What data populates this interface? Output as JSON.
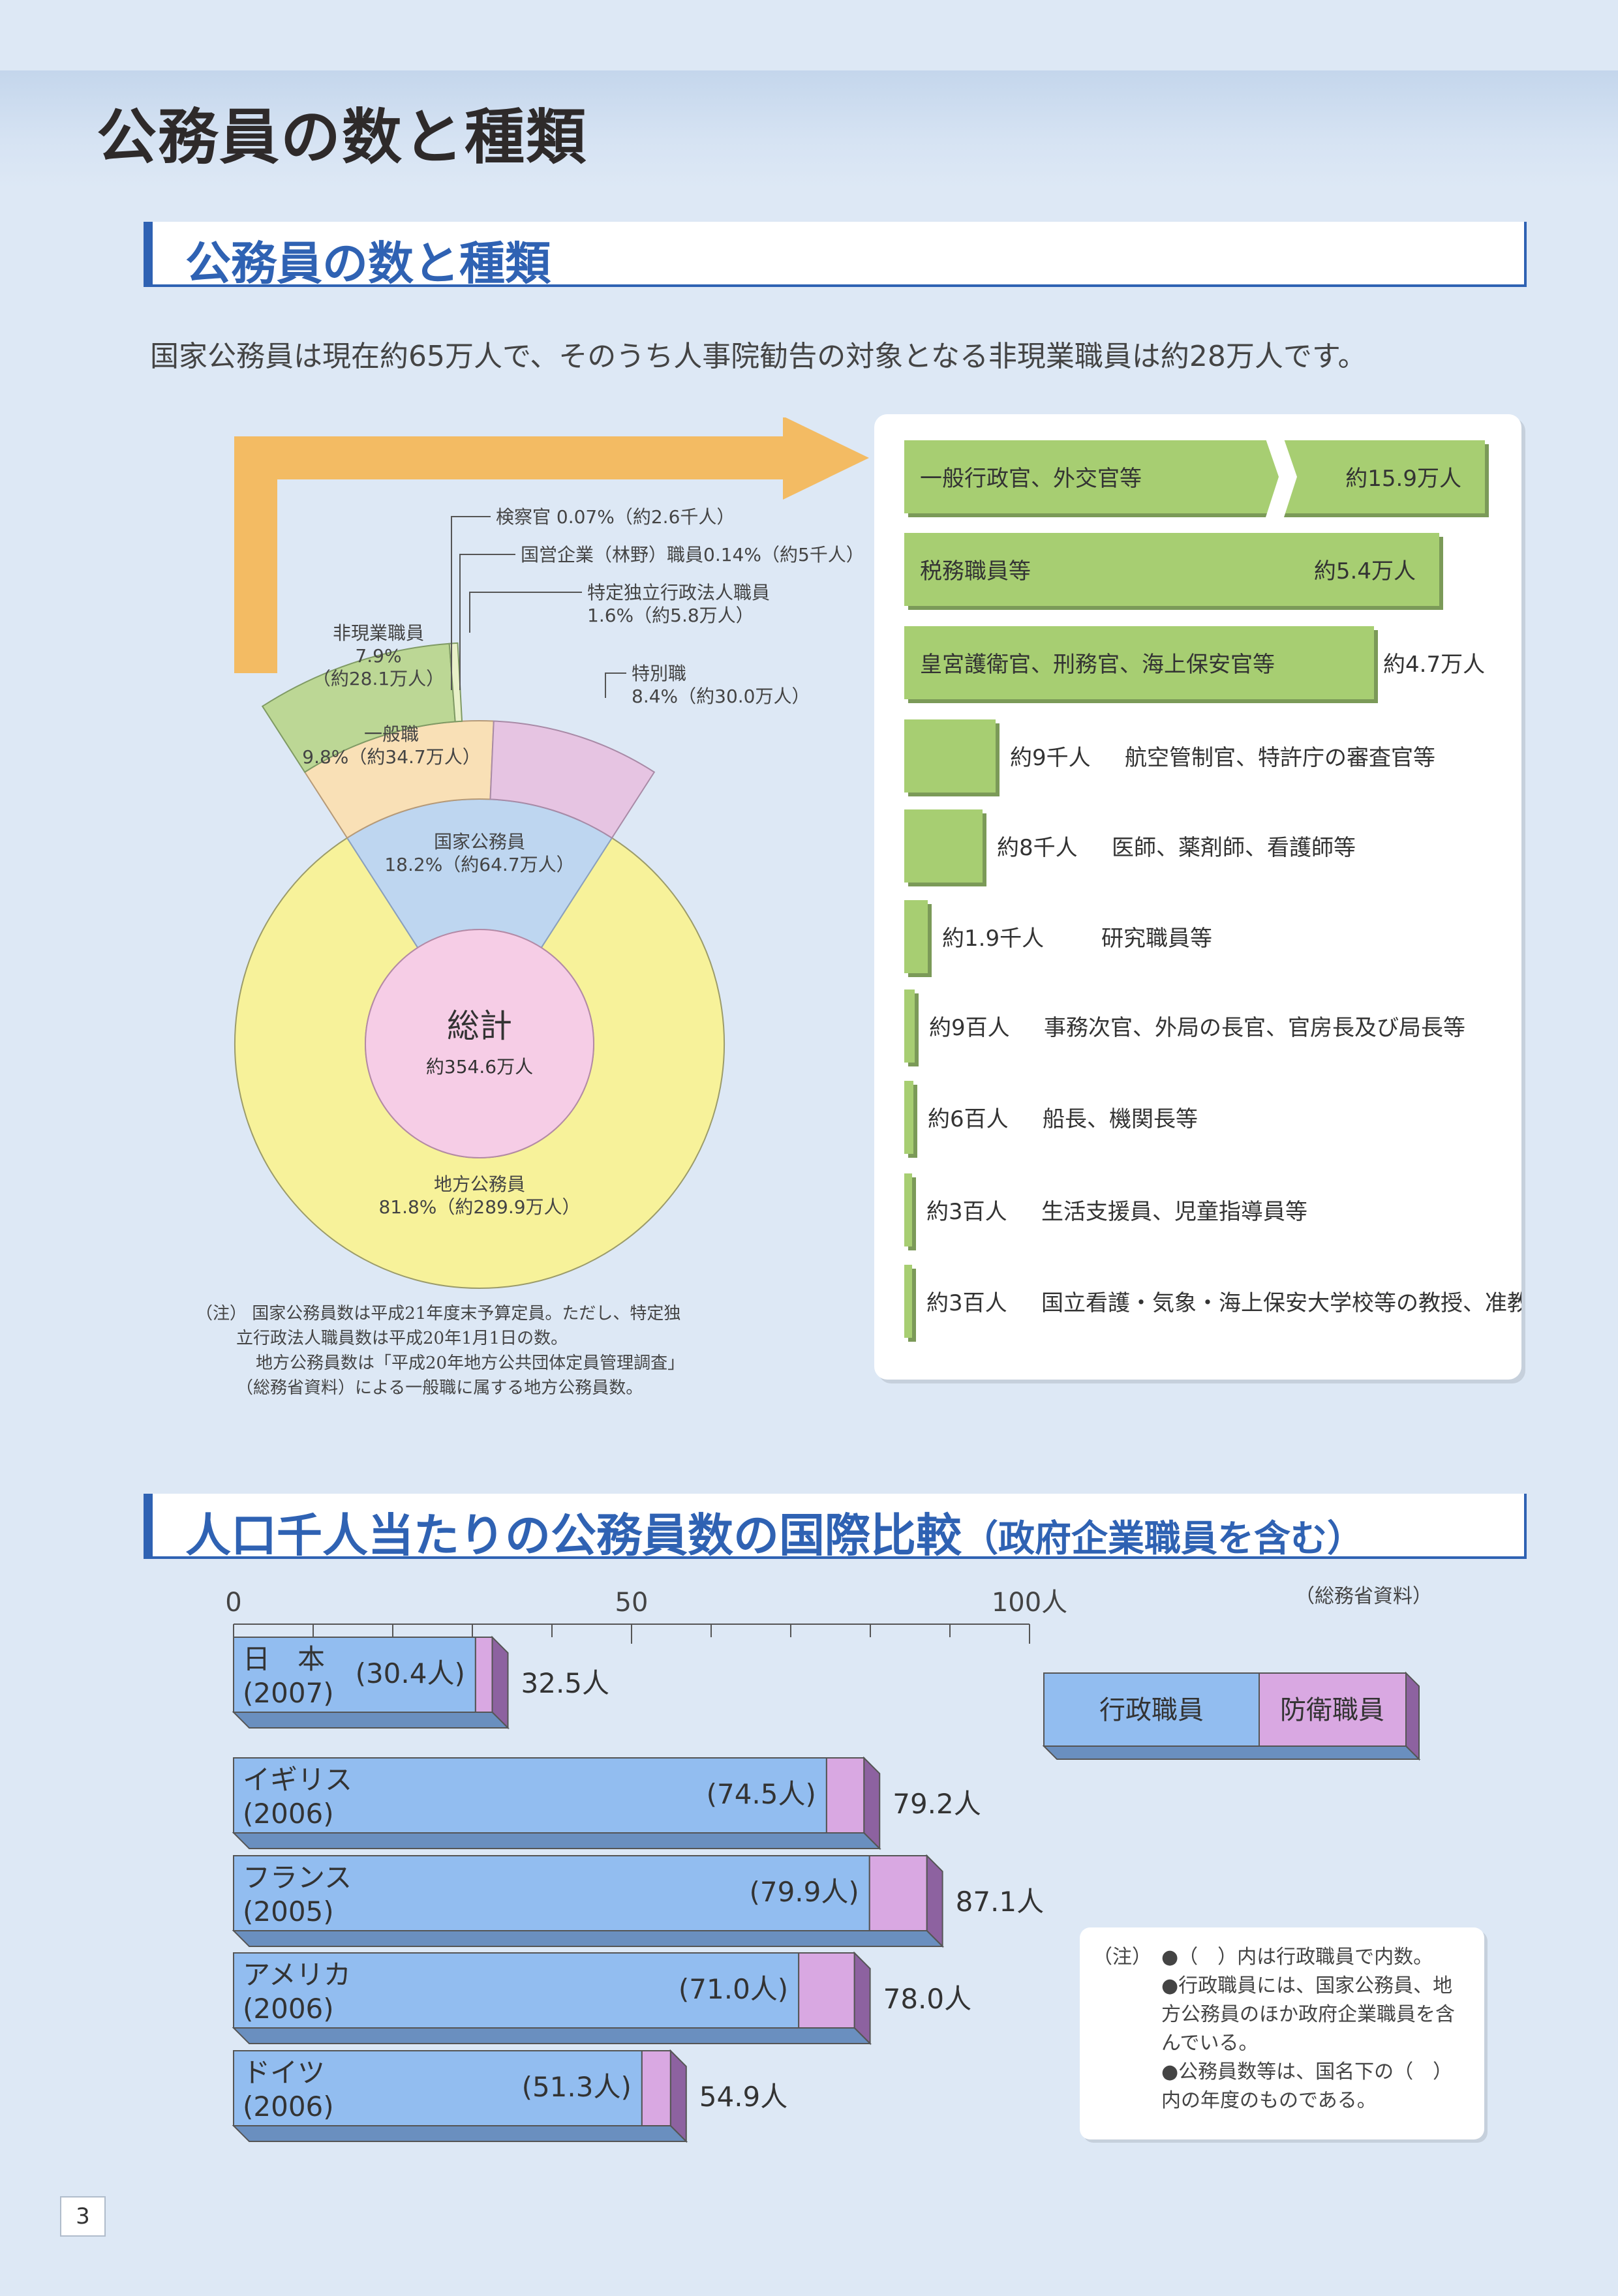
{
  "page_title": "公務員の数と種類",
  "section1": {
    "title": "公務員の数と種類",
    "lead": "国家公務員は現在約65万人で、そのうち人事院勧告の対象となる非現業職員は約28万人です。"
  },
  "section2": {
    "title": "人口千人当たりの公務員数の国際比較",
    "subtitle": "（政府企業職員を含む）",
    "source": "（総務省資料）"
  },
  "colors": {
    "local": "#f7f29a",
    "national": "#bed6f0",
    "total": "#f6cde6",
    "nonfield": "#bcd795",
    "general": "#f9e0b6",
    "special": "#e6c4e2",
    "arrow": "#f3bb63",
    "green_bar": "#a7ce72",
    "admin_bar": "#92bdf0",
    "defense_bar": "#d9a8e2"
  },
  "chart_data": [
    {
      "type": "pie",
      "center_label": "総計",
      "center_value": "約354.6万人",
      "slices": [
        {
          "name": "国家公務員",
          "label": "18.2%（約64.7万人）",
          "value": 18.2
        },
        {
          "name": "地方公務員",
          "label": "81.8%（約289.9万人）",
          "value": 81.8
        }
      ],
      "national_breakdown": [
        {
          "name": "一般職",
          "label": "9.8%（約34.7万人）",
          "value": 9.8
        },
        {
          "name": "特別職",
          "label": "8.4%（約30.0万人）",
          "value": 8.4
        }
      ],
      "general_breakdown": [
        {
          "name": "非現業職員",
          "pct": "7.9%",
          "amount": "（約28.1万人）",
          "value": 7.9
        },
        {
          "name": "特定独立行政法人職員",
          "label": "1.6%（約5.8万人）",
          "value": 1.6
        },
        {
          "name": "国営企業（林野）職員",
          "label": "0.14%（約5千人）",
          "value": 0.14
        },
        {
          "name": "検察官",
          "label": "0.07%（約2.6千人）",
          "value": 0.07
        }
      ],
      "notes": [
        "（注） 国家公務員数は平成21年度末予算定員。ただし、特定独",
        "立行政法人職員数は平成20年1月1日の数。",
        "地方公務員数は「平成20年地方公共団体定員管理調査」",
        "（総務省資料）による一般職に属する地方公務員数。"
      ]
    },
    {
      "type": "bar",
      "title": "非現業職員の内訳",
      "items": [
        {
          "category": "一般行政官、外交官等",
          "amount": "約15.9万人",
          "value": 159000,
          "broken": true
        },
        {
          "category": "税務職員等",
          "amount": "約5.4万人",
          "value": 54000
        },
        {
          "category": "皇宮護衛官、刑務官、海上保安官等",
          "amount": "約4.7万人",
          "value": 47000
        },
        {
          "category": "航空管制官、特許庁の審査官等",
          "amount": "約9千人",
          "value": 9000
        },
        {
          "category": "医師、薬剤師、看護師等",
          "amount": "約8千人",
          "value": 8000
        },
        {
          "category": "研究職員等",
          "amount": "約1.9千人",
          "value": 1900
        },
        {
          "category": "事務次官、外局の長官、官房長及び局長等",
          "amount": "約9百人",
          "value": 900
        },
        {
          "category": "船長、機関長等",
          "amount": "約6百人",
          "value": 600
        },
        {
          "category": "生活支援員、児童指導員等",
          "amount": "約3百人",
          "value": 300
        },
        {
          "category": "国立看護・気象・海上保安大学校等の教授、准教授等",
          "amount": "約3百人",
          "value": 300
        }
      ]
    },
    {
      "type": "bar",
      "orientation": "horizontal",
      "stacked": true,
      "x_ticks": [
        "0",
        "50",
        "100人"
      ],
      "xlim": [
        0,
        100
      ],
      "series_names": [
        "行政職員",
        "防衛職員"
      ],
      "countries": [
        {
          "name": "日　本",
          "year": "(2007)",
          "admin": 30.4,
          "total": 32.5,
          "admin_label": "(30.4人)",
          "total_label": "32.5人"
        },
        {
          "name": "イギリス",
          "year": "(2006)",
          "admin": 74.5,
          "total": 79.2,
          "admin_label": "(74.5人)",
          "total_label": "79.2人"
        },
        {
          "name": "フランス",
          "year": "(2005)",
          "admin": 79.9,
          "total": 87.1,
          "admin_label": "(79.9人)",
          "total_label": "87.1人"
        },
        {
          "name": "アメリカ",
          "year": "(2006)",
          "admin": 71.0,
          "total": 78.0,
          "admin_label": "(71.0人)",
          "total_label": "78.0人"
        },
        {
          "name": "ドイツ",
          "year": "(2006)",
          "admin": 51.3,
          "total": 54.9,
          "admin_label": "(51.3人)",
          "total_label": "54.9人"
        }
      ]
    }
  ],
  "notes2": {
    "label": "（注）",
    "lines": [
      "●（　）内は行政職員で内数。",
      "●行政職員には、国家公務員、地方公務員のほか政府企業職員を含んでいる。",
      "●公務員数等は、国名下の（　）内の年度のものである。"
    ]
  },
  "page_number": "3"
}
